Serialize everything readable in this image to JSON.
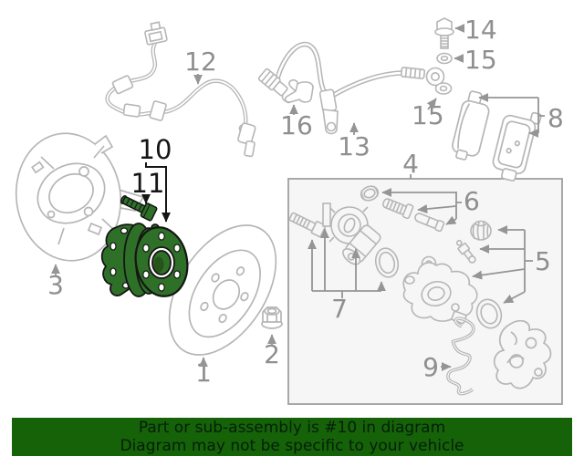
{
  "banner": {
    "line1": "Part or sub-assembly is #10 in diagram",
    "line2": "Diagram may not be specific to your vehicle",
    "background_color": "#166208",
    "text_color": "#04200a"
  },
  "highlight": {
    "part_number": "10",
    "fill_color": "#2f7028",
    "outline_color": "#151515"
  },
  "diagram": {
    "line_color": "#b6b6b6",
    "callout_color": "#8f8f8f",
    "box_fill": "#f6f6f6",
    "box_border": "#a8a8a8"
  },
  "callouts": {
    "c1": {
      "label": "1"
    },
    "c2": {
      "label": "2"
    },
    "c3": {
      "label": "3"
    },
    "c4": {
      "label": "4"
    },
    "c5": {
      "label": "5"
    },
    "c6": {
      "label": "6"
    },
    "c7": {
      "label": "7"
    },
    "c8": {
      "label": "8"
    },
    "c9": {
      "label": "9"
    },
    "c10": {
      "label": "10"
    },
    "c11": {
      "label": "11"
    },
    "c12": {
      "label": "12"
    },
    "c13": {
      "label": "13"
    },
    "c14": {
      "label": "14"
    },
    "c15a": {
      "label": "15"
    },
    "c15b": {
      "label": "15"
    },
    "c16": {
      "label": "16"
    }
  }
}
